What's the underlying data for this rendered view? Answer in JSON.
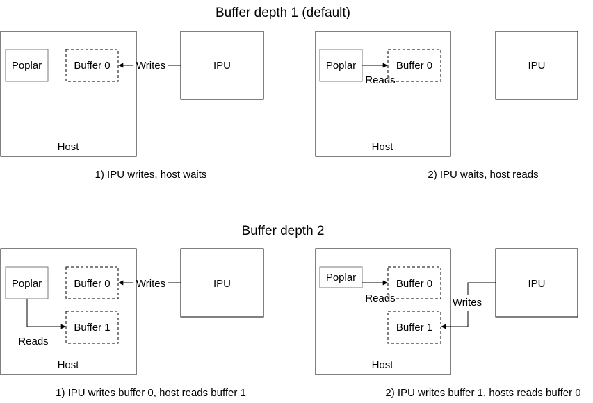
{
  "sections": [
    {
      "title": "Buffer depth 1 (default)",
      "panels": [
        {
          "caption": "1) IPU writes, host waits",
          "host": "Host",
          "poplar": "Poplar",
          "ipu": "IPU",
          "buffers": [
            "Buffer 0"
          ],
          "edge_labels": [
            "Writes"
          ]
        },
        {
          "caption": "2) IPU waits, host reads",
          "host": "Host",
          "poplar": "Poplar",
          "ipu": "IPU",
          "buffers": [
            "Buffer 0"
          ],
          "edge_labels": [
            "Reads"
          ]
        }
      ]
    },
    {
      "title": "Buffer depth 2",
      "panels": [
        {
          "caption": "1) IPU writes buffer 0, host reads buffer 1",
          "host": "Host",
          "poplar": "Poplar",
          "ipu": "IPU",
          "buffers": [
            "Buffer 0",
            "Buffer 1"
          ],
          "edge_labels": [
            "Writes",
            "Reads"
          ]
        },
        {
          "caption": "2) IPU writes buffer 1, hosts reads buffer 0",
          "host": "Host",
          "poplar": "Poplar",
          "ipu": "IPU",
          "buffers": [
            "Buffer 0",
            "Buffer 1"
          ],
          "edge_labels": [
            "Reads",
            "Writes"
          ]
        }
      ]
    }
  ]
}
